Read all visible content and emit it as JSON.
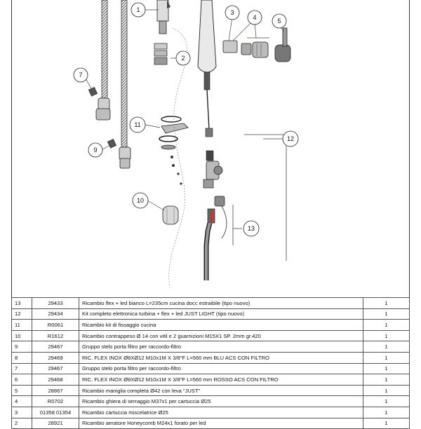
{
  "callouts": [
    "1",
    "2",
    "3",
    "4",
    "5",
    "7",
    "9",
    "10",
    "11",
    "12",
    "13"
  ],
  "parts_table": {
    "rows": [
      {
        "pos": "13",
        "code": "29433",
        "description": "Ricambio flex + led bianco L=235cm cucina docc estraibile (tipo nuovo)",
        "qty": "1"
      },
      {
        "pos": "12",
        "code": "29434",
        "description": "Kit completo elettronica turbina + flex + led JUST LIGHT (tipo nuovo)",
        "qty": "1"
      },
      {
        "pos": "11",
        "code": "R0061",
        "description": "Ricambio kit di fissaggio cucina",
        "qty": "1"
      },
      {
        "pos": "10",
        "code": "R1612",
        "description": "Ricambio contrappeso Ø 14 con vitil e 2 guarnizioni M15X1 SP. 2mm gr.420",
        "qty": "1"
      },
      {
        "pos": "9",
        "code": "29467",
        "description": "Gruppo stelo porta filtro per raccordo-filtro",
        "qty": "1"
      },
      {
        "pos": "8",
        "code": "29469",
        "description": "RIC. FLEX INOX Ø8XØ12 M10x1M X 3/8\"F L=560 mm BLU ACS CON FILTRO",
        "qty": "1"
      },
      {
        "pos": "7",
        "code": "29467",
        "description": "Gruppo stelo porta filtro per raccordo-filtro",
        "qty": "1"
      },
      {
        "pos": "6",
        "code": "29468",
        "description": "RIC. FLEX INOX Ø8XØ12 M10x1M X 3/8\"F L=560 mm ROSSO ACS CON FILTRO",
        "qty": "1"
      },
      {
        "pos": "5",
        "code": "28867",
        "description": "Ricambio maniglia completa Ø42 con leva \"JUST\"",
        "qty": "1"
      },
      {
        "pos": "4",
        "code": "R0702",
        "description": "Ricambio ghiera di serraggio M37x1 per cartuccia Ø25",
        "qty": "1"
      },
      {
        "pos": "3",
        "code": "01358     01354",
        "description": "Ricambio cartuccia miscelatrice Ø25",
        "qty": "1"
      },
      {
        "pos": "2",
        "code": "28921",
        "description": "Ricambio aeratore Honeycomb M24x1 forato per led",
        "qty": "1"
      }
    ]
  }
}
